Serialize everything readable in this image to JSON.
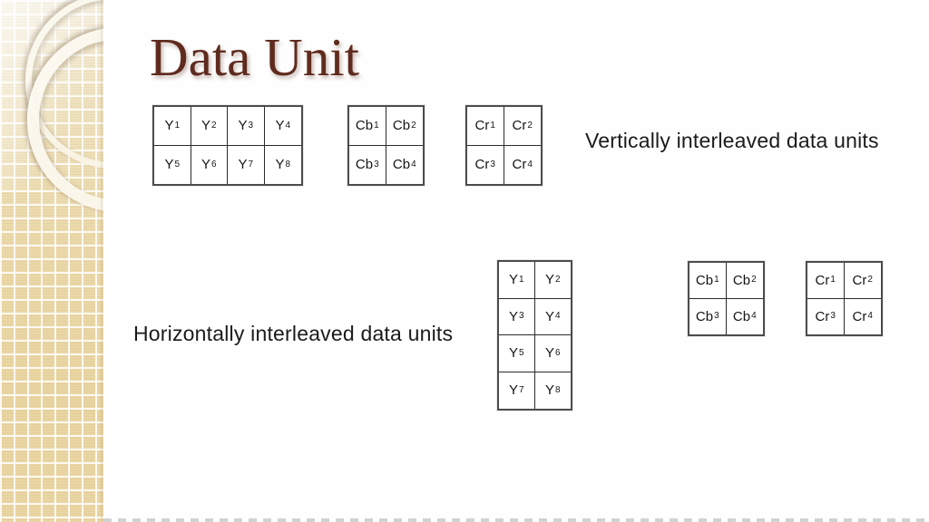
{
  "slide": {
    "title": "Data Unit",
    "captions": {
      "vertical": "Vertically interleaved data units",
      "horizontal": "Horizontally interleaved data units"
    },
    "colors": {
      "title_text": "#5f2b1e",
      "body_text": "#1b1b1b",
      "table_border": "#2b2b2b",
      "sidebar_tan": "#ecd9a8",
      "bottom_edge_gray": "#c3c3c3"
    },
    "tables": [
      {
        "id": "y-top",
        "semantic": "y-samples-row-major",
        "cols": 4,
        "rows": 2,
        "cells": [
          [
            "Y",
            "1"
          ],
          [
            "Y",
            "2"
          ],
          [
            "Y",
            "3"
          ],
          [
            "Y",
            "4"
          ],
          [
            "Y",
            "5"
          ],
          [
            "Y",
            "6"
          ],
          [
            "Y",
            "7"
          ],
          [
            "Y",
            "8"
          ]
        ]
      },
      {
        "id": "cb-top",
        "semantic": "cb-samples",
        "cols": 2,
        "rows": 2,
        "cells": [
          [
            "Cb",
            "1"
          ],
          [
            "Cb",
            "2"
          ],
          [
            "Cb",
            "3"
          ],
          [
            "Cb",
            "4"
          ]
        ]
      },
      {
        "id": "cr-top",
        "semantic": "cr-samples",
        "cols": 2,
        "rows": 2,
        "cells": [
          [
            "Cr",
            "1"
          ],
          [
            "Cr",
            "2"
          ],
          [
            "Cr",
            "3"
          ],
          [
            "Cr",
            "4"
          ]
        ]
      },
      {
        "id": "y-bottom",
        "semantic": "y-samples-column-major",
        "cols": 2,
        "rows": 4,
        "cells": [
          [
            "Y",
            "1"
          ],
          [
            "Y",
            "2"
          ],
          [
            "Y",
            "3"
          ],
          [
            "Y",
            "4"
          ],
          [
            "Y",
            "5"
          ],
          [
            "Y",
            "6"
          ],
          [
            "Y",
            "7"
          ],
          [
            "Y",
            "8"
          ]
        ]
      },
      {
        "id": "cb-bottom",
        "semantic": "cb-samples",
        "cols": 2,
        "rows": 2,
        "cells": [
          [
            "Cb",
            "1"
          ],
          [
            "Cb",
            "2"
          ],
          [
            "Cb",
            "3"
          ],
          [
            "Cb",
            "4"
          ]
        ]
      },
      {
        "id": "cr-bottom",
        "semantic": "cr-samples",
        "cols": 2,
        "rows": 2,
        "cells": [
          [
            "Cr",
            "1"
          ],
          [
            "Cr",
            "2"
          ],
          [
            "Cr",
            "3"
          ],
          [
            "Cr",
            "4"
          ]
        ]
      }
    ]
  }
}
